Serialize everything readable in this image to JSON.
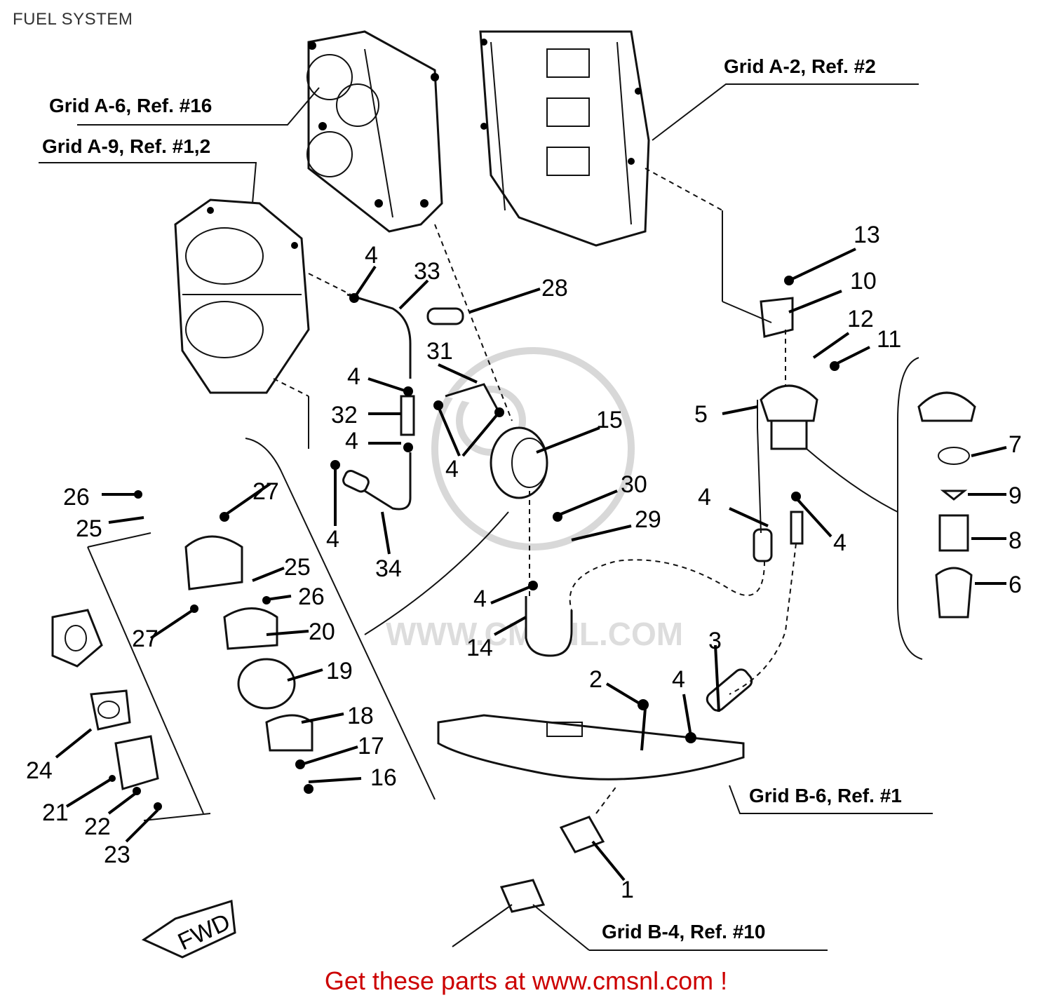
{
  "title": "FUEL SYSTEM",
  "footer": "Get these parts at www.cmsnl.com !",
  "watermark": "WWW.CMSNL.COM",
  "references": {
    "a6": "Grid A-6,  Ref. #16",
    "a9": "Grid A-9, Ref. #1,2",
    "a2": "Grid A-2, Ref. #2",
    "b6": "Grid B-6, Ref. #1",
    "b4": "Grid B-4, Ref. #10"
  },
  "fwd_label": "FWD",
  "part_numbers": {
    "p1": "1",
    "p2": "2",
    "p3": "3",
    "p4a": "4",
    "p4b": "4",
    "p4c": "4",
    "p4d": "4",
    "p4e": "4",
    "p4f": "4",
    "p4g": "4",
    "p4h": "4",
    "p4i": "4",
    "p5": "5",
    "p6": "6",
    "p7": "7",
    "p8": "8",
    "p9": "9",
    "p10": "10",
    "p11": "11",
    "p12": "12",
    "p13": "13",
    "p14": "14",
    "p15": "15",
    "p16": "16",
    "p17": "17",
    "p18": "18",
    "p19": "19",
    "p20": "20",
    "p21": "21",
    "p22": "22",
    "p23": "23",
    "p24": "24",
    "p25a": "25",
    "p25b": "25",
    "p26a": "26",
    "p26b": "26",
    "p27a": "27",
    "p27b": "27",
    "p28": "28",
    "p29": "29",
    "p30": "30",
    "p31": "31",
    "p32": "32",
    "p33": "33",
    "p34": "34"
  },
  "colors": {
    "footer": "#cc0000",
    "title": "#333333",
    "ink": "#000000"
  }
}
